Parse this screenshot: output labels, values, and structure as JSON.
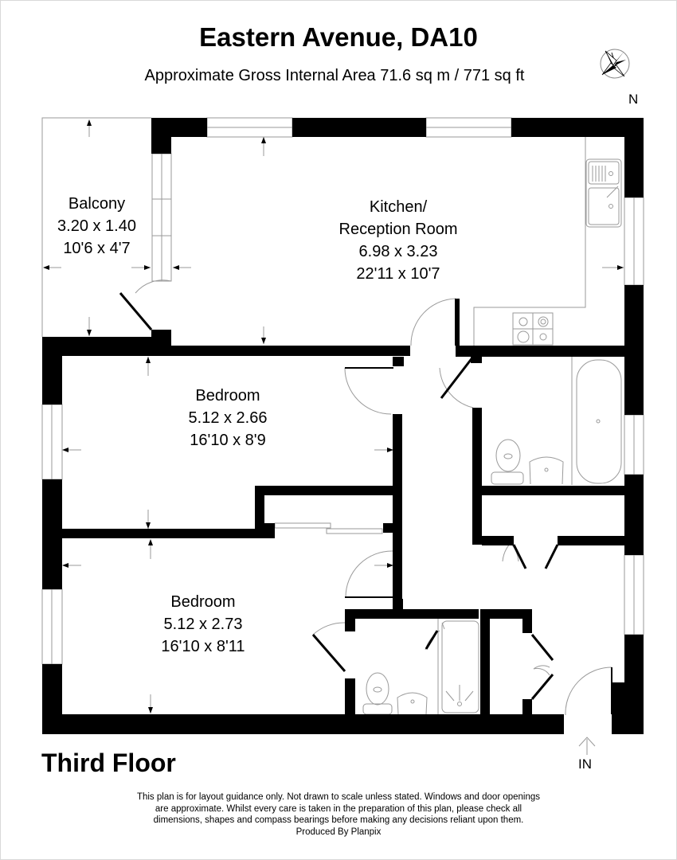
{
  "header": {
    "title": "Eastern Avenue, DA10",
    "area_label": "Approximate Gross Internal Area  71.6 sq m / 771 sq ft",
    "area_sq_m": "71.6 sq m",
    "area_sq_ft": "771 sq ft",
    "compass_label": "N"
  },
  "rooms": [
    {
      "name": "Balcony",
      "metric": "3.20 x 1.40",
      "imperial": "10'6 x 4'7"
    },
    {
      "name": "Kitchen/",
      "name2": "Reception Room",
      "metric": "6.98 x 3.23",
      "imperial": "22'11 x 10'7"
    },
    {
      "name": "Bedroom",
      "metric": "5.12 x 2.66",
      "imperial": "16'10 x 8'9"
    },
    {
      "name": "Bedroom",
      "metric": "5.12 x 2.73",
      "imperial": "16'10 x 8'11"
    }
  ],
  "fixtures": [
    "sink",
    "hob",
    "bath",
    "toilet",
    "basin",
    "shower",
    "wardrobe",
    "cupboard"
  ],
  "floor_label": "Third Floor",
  "entrance_label": "IN",
  "footer": {
    "lines": [
      "This plan is for layout guidance only. Not drawn to scale unless stated. Windows and door openings",
      "are approximate. Whilst every care is taken in the preparation of this plan, please check all",
      "dimensions, shapes and compass bearings before making any decisions reliant upon them.",
      "Produced By Planpix"
    ]
  },
  "colors": {
    "wall": "#000000",
    "line": "#9a9a9a",
    "background": "#ffffff"
  }
}
